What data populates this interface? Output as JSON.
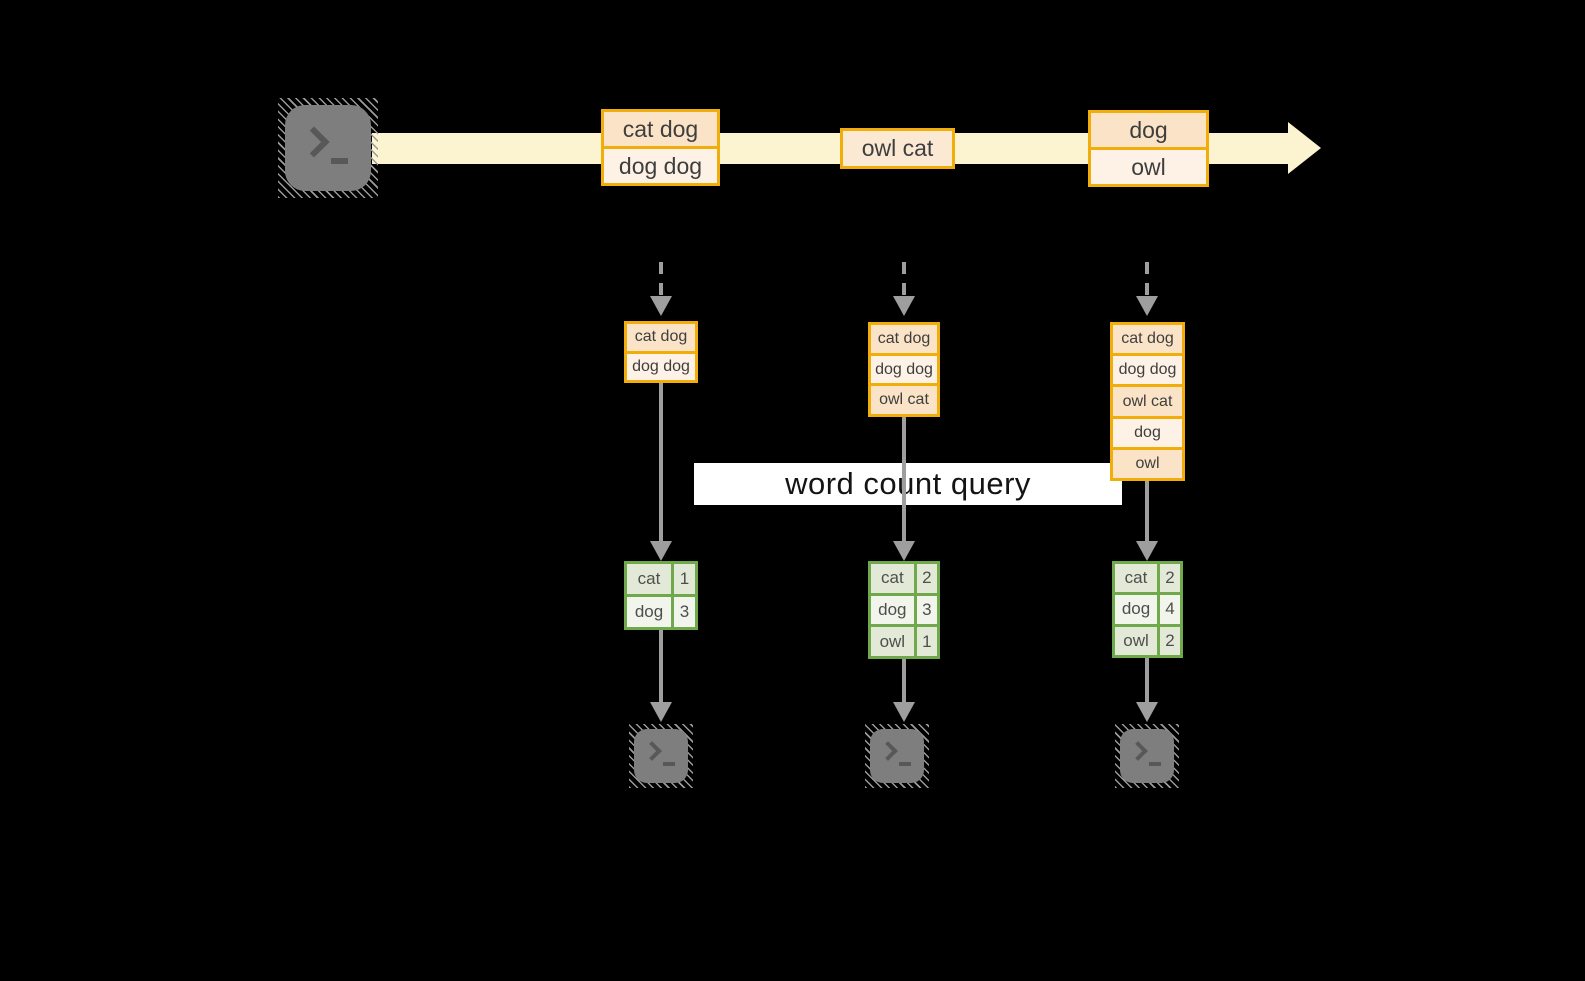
{
  "diagram": {
    "overlay_label": "word count query",
    "stream": {
      "events": [
        {
          "lines": [
            "cat dog",
            "dog dog"
          ]
        },
        {
          "lines": [
            "owl cat"
          ]
        },
        {
          "lines": [
            "dog",
            "owl"
          ]
        }
      ]
    },
    "columns": [
      {
        "buffer": [
          "cat dog",
          "dog dog"
        ],
        "counts": [
          {
            "word": "cat",
            "count": "1"
          },
          {
            "word": "dog",
            "count": "3"
          }
        ]
      },
      {
        "buffer": [
          "cat dog",
          "dog dog",
          "owl cat"
        ],
        "counts": [
          {
            "word": "cat",
            "count": "2"
          },
          {
            "word": "dog",
            "count": "3"
          },
          {
            "word": "owl",
            "count": "1"
          }
        ]
      },
      {
        "buffer": [
          "cat dog",
          "dog dog",
          "owl cat",
          "dog",
          "owl"
        ],
        "counts": [
          {
            "word": "cat",
            "count": "2"
          },
          {
            "word": "dog",
            "count": "4"
          },
          {
            "word": "owl",
            "count": "2"
          }
        ]
      }
    ],
    "icons": {
      "source": "terminal-icon",
      "sink": "terminal-icon"
    },
    "colors": {
      "background": "#000000",
      "stream_band": "#FCF3D1",
      "event_border": "#F1AE0A",
      "event_fill_dark": "#FAE3C6",
      "event_fill_light": "#FDF2E5",
      "table_border": "#6FA94C",
      "table_cell_dark": "#E2EAD7",
      "table_cell_light": "#F1F5EC",
      "arrow_gray": "#9E9E9E",
      "terminal_gray": "#7E7E7E",
      "overlay_bg": "#FFFFFF",
      "overlay_text": "#141414"
    }
  }
}
